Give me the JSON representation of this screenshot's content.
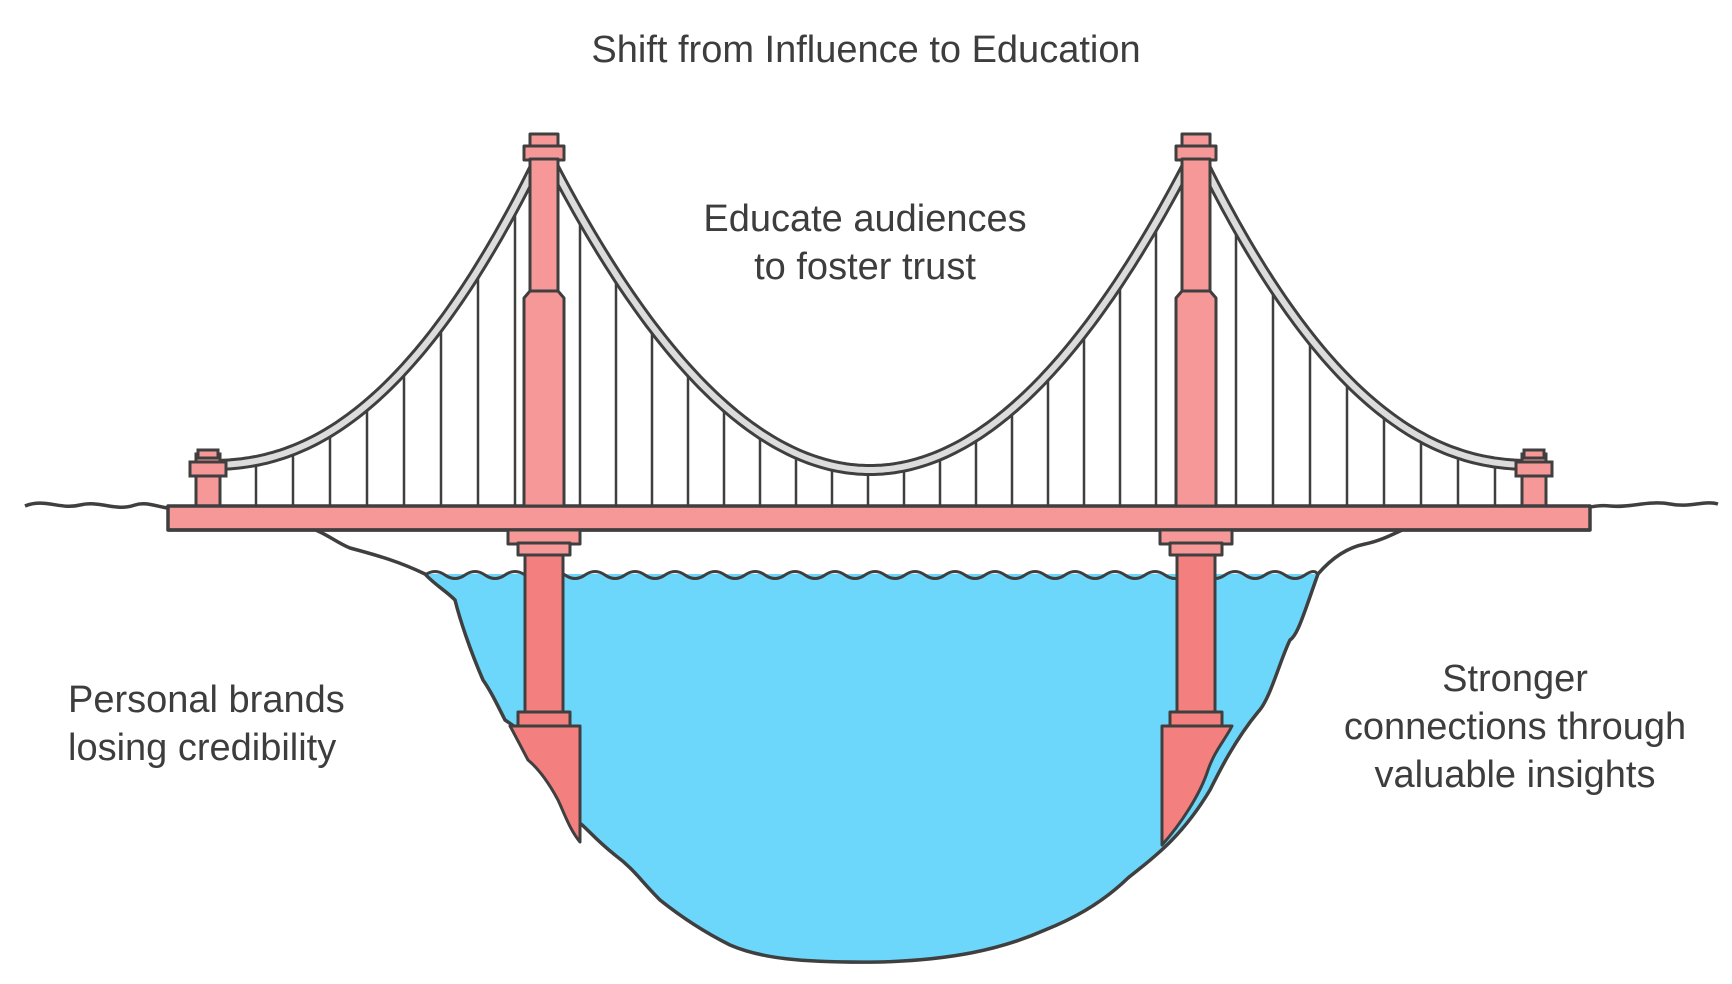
{
  "title": "Shift from Influence to Education",
  "labels": {
    "center": [
      "Educate audiences",
      "to foster trust"
    ],
    "left": [
      "Personal brands",
      "losing credibility"
    ],
    "right": [
      "Stronger",
      "connections through",
      "valuable insights"
    ]
  },
  "colors": {
    "tower": "#f79898",
    "tower_dark": "#f47f7f",
    "cable": "#dcdcdc",
    "water": "#6dd7fb",
    "outline": "#3f3f3f",
    "text": "#3d3d3d"
  }
}
